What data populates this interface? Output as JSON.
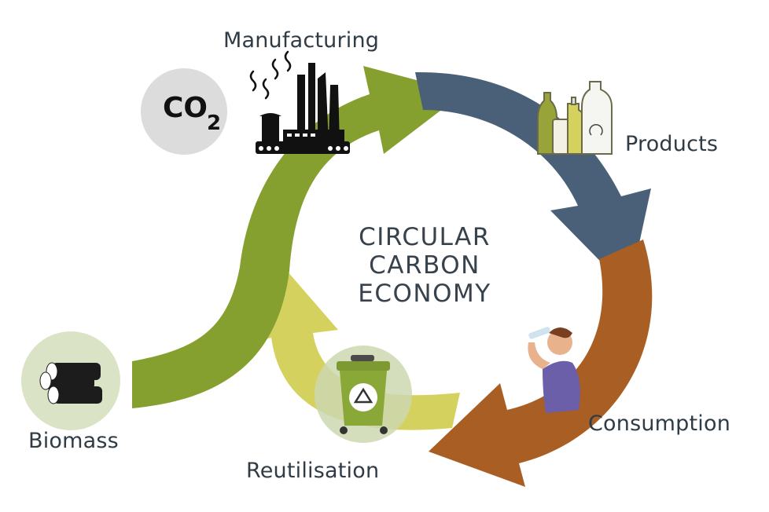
{
  "title": {
    "line1": "CIRCULAR",
    "line2": "CARBON",
    "line3": "ECONOMY"
  },
  "stages": {
    "manufacturing": "Manufacturing",
    "products": "Products",
    "consumption": "Consumption",
    "reutilisation": "Reutilisation",
    "biomass": "Biomass"
  },
  "co2": {
    "main": "CO",
    "sub": "2"
  },
  "colors": {
    "green_arrow": "#86a02f",
    "blue_arrow": "#4a6078",
    "orange_arrow": "#a95e24",
    "yellow_arrow": "#d5d15e",
    "co2_circle": "#dcdcdc",
    "biomass_circle": "#dbe3c6",
    "bin": "#8aa838"
  },
  "icons": [
    "co2-icon",
    "factory-icon",
    "bottles-icon",
    "drinking-person-icon",
    "recycle-bin-icon",
    "logs-icon"
  ]
}
